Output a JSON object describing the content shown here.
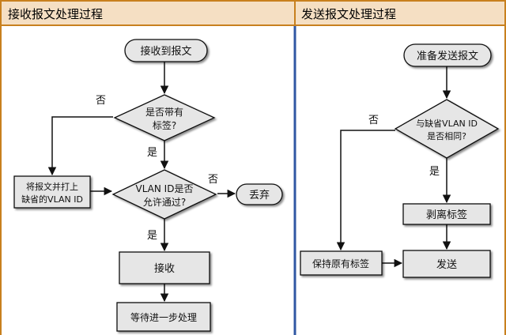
{
  "panels": {
    "receive": {
      "title": "接收报文处理过程",
      "start": "接收到报文",
      "decision_tag": [
        "是否带有",
        "标签?"
      ],
      "decision_vlan": [
        "VLAN ID是否",
        "允许通过?"
      ],
      "add_tag": [
        "将报文并打上",
        "缺省的VLAN ID"
      ],
      "discard": "丢弃",
      "receive": "接收",
      "wait": "等待进一步处理",
      "no_tag": "否",
      "yes_tag": "是",
      "no_vlan": "否",
      "yes_vlan": "是"
    },
    "send": {
      "title": "发送报文处理过程",
      "start": "准备发送报文",
      "decision_same": [
        "与缺省VLAN ID",
        "是否相同?"
      ],
      "strip": "剥离标签",
      "keep": "保持原有标签",
      "send": "发送",
      "no_same": "否",
      "yes_same": "是"
    }
  },
  "colors": {
    "header_bg": "#f5dfc3",
    "node_fill": "#e6e6e6",
    "border_orange": "#c8801e",
    "divider_blue": "#2f57a3"
  }
}
